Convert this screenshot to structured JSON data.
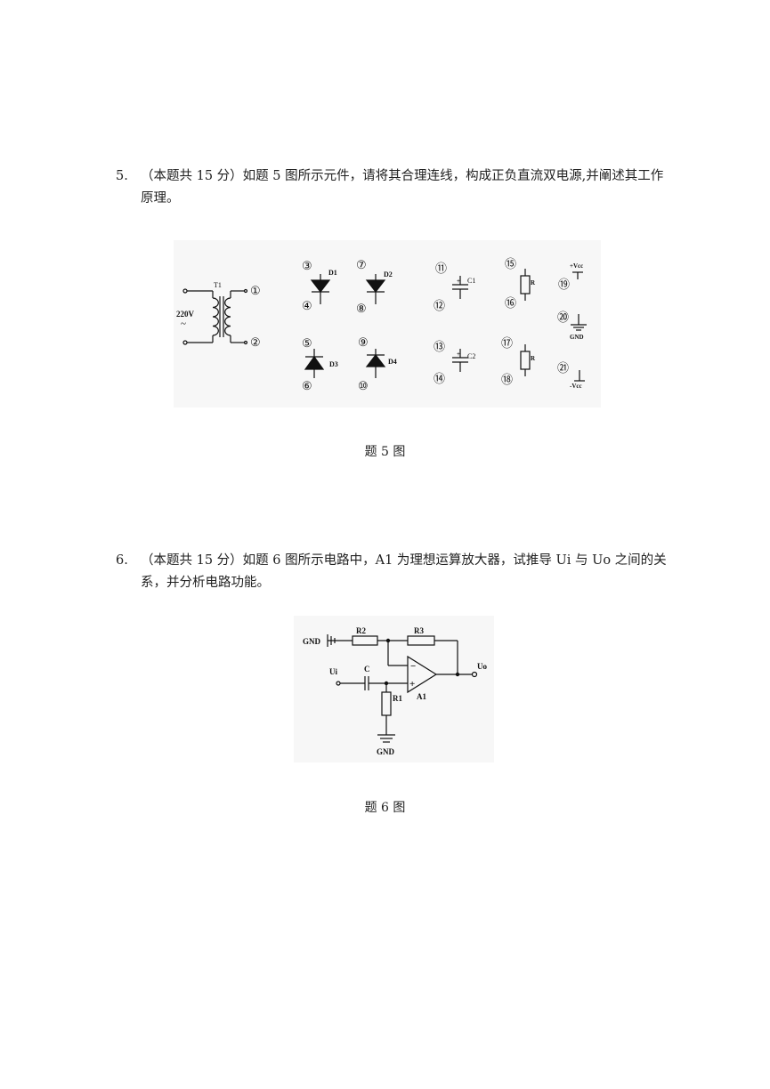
{
  "question5": {
    "number": "5.",
    "text": "（本题共 15 分）如题 5 图所示元件，请将其合理连线，构成正负直流双电源,并阐述其工作原理。",
    "caption": "题 5 图",
    "figure": {
      "transformer": {
        "label": "T1",
        "input_voltage": "220V",
        "tilde": "~"
      },
      "diodes": [
        "D1",
        "D2",
        "D3",
        "D4"
      ],
      "capacitors": [
        "C1",
        "C2"
      ],
      "resistors": [
        "R",
        "R"
      ],
      "power": {
        "positive": "+Vcc",
        "ground": "GND",
        "negative": "-Vcc"
      },
      "terminals": [
        "①",
        "②",
        "③",
        "④",
        "⑤",
        "⑥",
        "⑦",
        "⑧",
        "⑨",
        "⑩",
        "⑪",
        "⑫",
        "⑬",
        "⑭",
        "⑮",
        "⑯",
        "⑰",
        "⑱",
        "⑲",
        "⑳",
        "㉑"
      ],
      "plus_sign": "+"
    }
  },
  "question6": {
    "number": "6.",
    "text": "（本题共 15 分）如题 6 图所示电路中，A1 为理想运算放大器，试推导 Ui 与 Uo 之间的关系，并分析电路功能。",
    "caption": "题 6 图",
    "figure": {
      "gnd_left": "GND",
      "r2": "R2",
      "r3": "R3",
      "input": "Ui",
      "cap": "C",
      "output": "Uo",
      "r1": "R1",
      "amp": "A1",
      "gnd_bottom": "GND",
      "minus": "−",
      "plus": "+"
    }
  }
}
